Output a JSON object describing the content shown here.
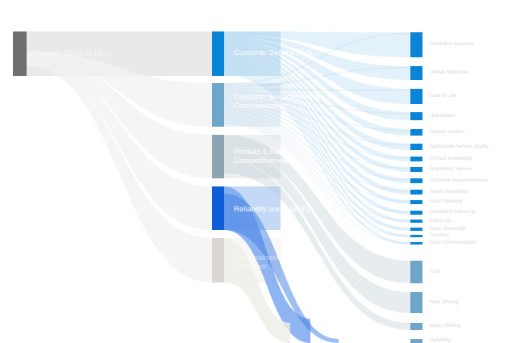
{
  "root": {
    "label": "Previous Product (4.1)",
    "color": "#6f6f6f"
  },
  "categories": [
    {
      "label": "Customer Service (3.8)",
      "color": "#0a84d6",
      "faint": false
    },
    {
      "label": "Customer Engagement & Communication",
      "color": "#6da6c9",
      "faint": false
    },
    {
      "label": "Product & Rate Competitiveness",
      "color": "#8aa4b2",
      "faint": false
    },
    {
      "label": "Reliability and Stability",
      "color": "#0f5ed6",
      "faint": false
    },
    {
      "label": "Personalised Service to the Customer",
      "color": "#dcd6d4",
      "faint": true
    }
  ],
  "leaves": [
    "Resolution Accuracy",
    "Overall Response",
    "Ease of Use",
    "Helpfulness",
    "Speedy Support",
    "Appropriate Service Quality",
    "Product Knowledge",
    "Empathetic Service",
    "Customer Responsiveness",
    "Timely Resolution",
    "Issue Handling",
    "Consistent Follow Up",
    "Follow-Up",
    "Issue Ownership",
    "Courtesy",
    "Clear Communication",
    "Trust",
    "Rate Offering",
    "Value Offering",
    "Reliability"
  ],
  "colors": {
    "customer_service_leaf": "#0a84d6",
    "engagement_leaf": "#6da6c9",
    "link_base": "#cfe3f2"
  }
}
